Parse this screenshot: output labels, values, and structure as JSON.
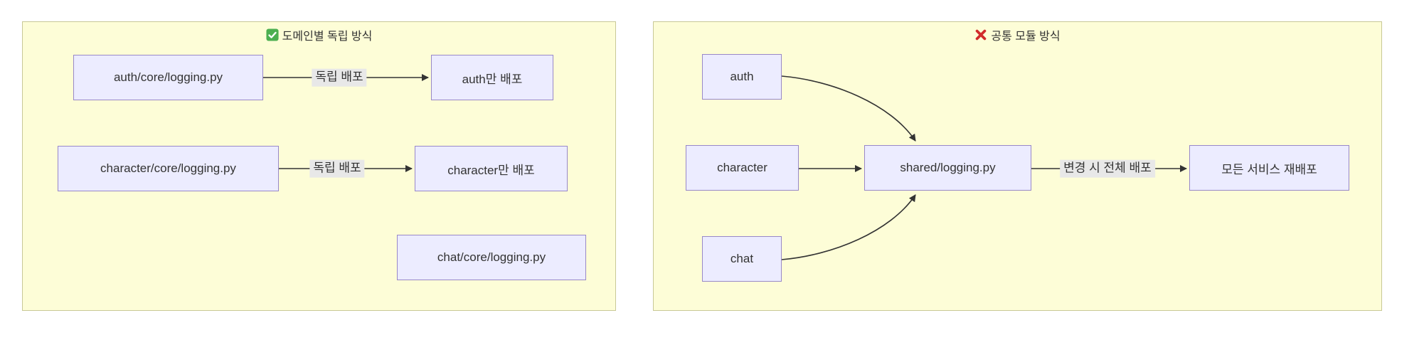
{
  "diagram": {
    "left_panel": {
      "title": "도메인별 독립 방식",
      "icon": "green-check",
      "nodes": {
        "auth_src": "auth/core/logging.py",
        "auth_dst": "auth만 배포",
        "character_src": "character/core/logging.py",
        "character_dst": "character만 배포",
        "chat_src": "chat/core/logging.py"
      },
      "edges": [
        {
          "from": "auth/core/logging.py",
          "to": "auth만 배포",
          "label": "독립 배포"
        },
        {
          "from": "character/core/logging.py",
          "to": "character만 배포",
          "label": "독립 배포"
        }
      ]
    },
    "right_panel": {
      "title": "공통 모듈 방식",
      "icon": "red-cross",
      "nodes": {
        "auth": "auth",
        "character": "character",
        "chat": "chat",
        "shared": "shared/logging.py",
        "redeploy": "모든 서비스 재배포"
      },
      "edges": [
        {
          "from": "auth",
          "to": "shared/logging.py",
          "label": ""
        },
        {
          "from": "character",
          "to": "shared/logging.py",
          "label": ""
        },
        {
          "from": "chat",
          "to": "shared/logging.py",
          "label": ""
        },
        {
          "from": "shared/logging.py",
          "to": "모든 서비스 재배포",
          "label": "변경 시 전체 배포"
        }
      ]
    },
    "colors": {
      "node_fill": "#ECECFF",
      "node_border": "#9888C8",
      "panel_fill": "#FDFDD7",
      "panel_border": "#C8C896",
      "edge_stroke": "#333333",
      "edge_label_bg": "#E8E8E8",
      "check_green": "#4CAF50",
      "cross_red": "#D center12B2B"
    }
  }
}
